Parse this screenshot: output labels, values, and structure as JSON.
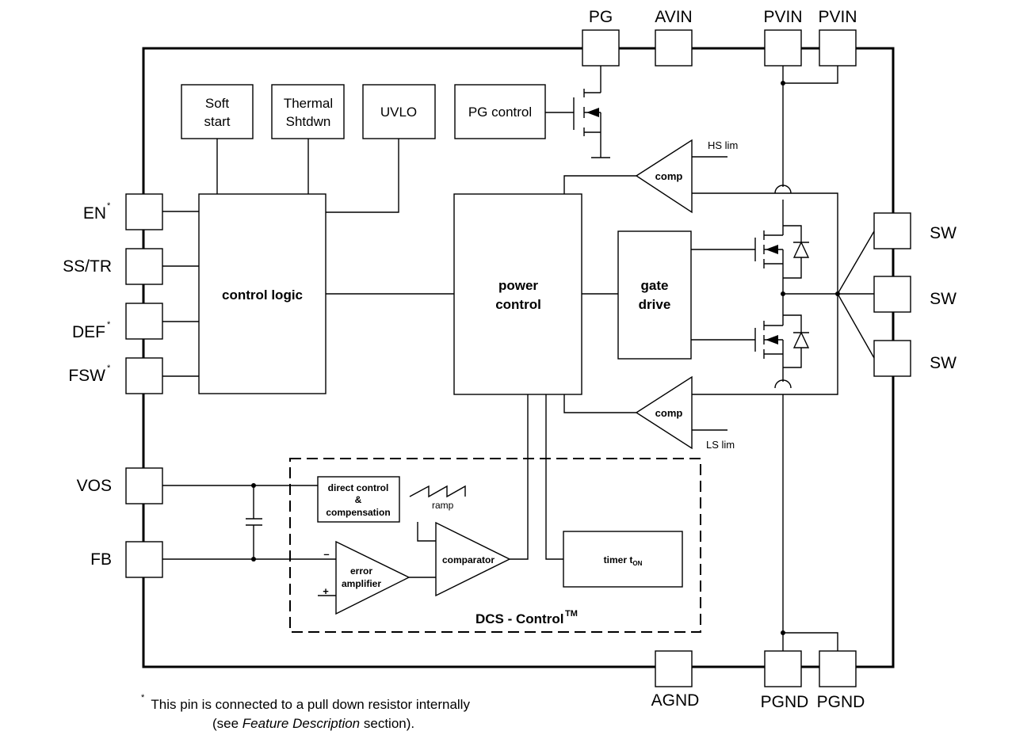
{
  "pins": {
    "pg": "PG",
    "avin": "AVIN",
    "pvin_1": "PVIN",
    "pvin_2": "PVIN",
    "en": "EN",
    "ss_tr": "SS/TR",
    "def": "DEF",
    "fsw": "FSW",
    "vos": "VOS",
    "fb": "FB",
    "sw_1": "SW",
    "sw_2": "SW",
    "sw_3": "SW",
    "agnd": "AGND",
    "pgnd_1": "PGND",
    "pgnd_2": "PGND",
    "asterisk": "*"
  },
  "blocks": {
    "soft_start": [
      "Soft",
      "start"
    ],
    "thermal_shutdown": [
      "Thermal",
      "Shtdwn"
    ],
    "uvlo": "UVLO",
    "pg_control": "PG control",
    "control_logic": "control logic",
    "power_control": [
      "power",
      "control"
    ],
    "gate_drive": [
      "gate",
      "drive"
    ],
    "comp_hs": "comp",
    "comp_ls": "comp",
    "hs_lim": "HS lim",
    "ls_lim": "LS lim",
    "direct_control": [
      "direct control",
      "&",
      "compensation"
    ],
    "ramp": "ramp",
    "error_amplifier": [
      "error",
      "amplifier"
    ],
    "comparator": "comparator",
    "timer": "timer t",
    "timer_sub": "ON",
    "minus": "–",
    "plus": "+",
    "dcs_control": "DCS - Control",
    "dcs_tm": "TM"
  },
  "footnote": {
    "star": "*",
    "line1": " This pin is connected to a pull down resistor internally",
    "line2_pre": "(see ",
    "line2_italic": "Feature Description",
    "line2_post": " section)."
  }
}
